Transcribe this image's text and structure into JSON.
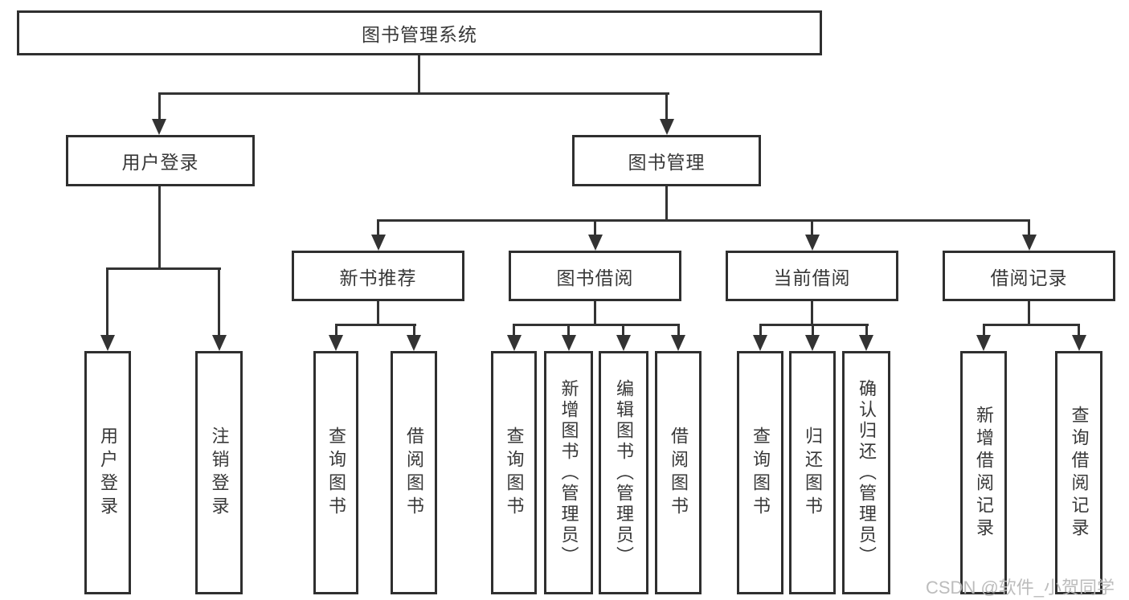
{
  "diagram": {
    "type": "hierarchy",
    "root_label": "图书管理系统",
    "nodes": {
      "root": {
        "label": "图书管理系统"
      },
      "user_login": {
        "label": "用户登录"
      },
      "book_management": {
        "label": "图书管理"
      },
      "new_book_recommend": {
        "label": "新书推荐"
      },
      "book_borrowing": {
        "label": "图书借阅"
      },
      "current_borrowing": {
        "label": "当前借阅"
      },
      "borrowing_records": {
        "label": "借阅记录"
      },
      "leaf_user_login": {
        "label": "用户登录"
      },
      "leaf_logout": {
        "label": "注销登录"
      },
      "nbr_query_books": {
        "label": "查询图书"
      },
      "nbr_borrow_books": {
        "label": "借阅图书"
      },
      "bb_query_books": {
        "label": "查询图书"
      },
      "bb_add_books": {
        "label": "新增图书（管理员）"
      },
      "bb_edit_books": {
        "label": "编辑图书（管理员）"
      },
      "bb_borrow_books": {
        "label": "借阅图书"
      },
      "cb_query_books": {
        "label": "查询图书"
      },
      "cb_return_books": {
        "label": "归还图书"
      },
      "cb_confirm_return": {
        "label": "确认归还（管理员）"
      },
      "br_add_record": {
        "label": "新增借阅记录"
      },
      "br_query_record": {
        "label": "查询借阅记录"
      }
    },
    "edges": [
      {
        "from": "图书管理系统",
        "to": [
          "用户登录",
          "图书管理"
        ]
      },
      {
        "from": "用户登录",
        "to": [
          "用户登录",
          "注销登录"
        ]
      },
      {
        "from": "图书管理",
        "to": [
          "新书推荐",
          "图书借阅",
          "当前借阅",
          "借阅记录"
        ]
      },
      {
        "from": "新书推荐",
        "to": [
          "查询图书",
          "借阅图书"
        ]
      },
      {
        "from": "图书借阅",
        "to": [
          "查询图书",
          "新增图书（管理员）",
          "编辑图书（管理员）",
          "借阅图书"
        ]
      },
      {
        "from": "当前借阅",
        "to": [
          "查询图书",
          "归还图书",
          "确认归还（管理员）"
        ]
      },
      {
        "from": "借阅记录",
        "to": [
          "新增借阅记录",
          "查询借阅记录"
        ]
      }
    ],
    "colors": {
      "line": "#333333",
      "box_border": "#2f2f2f",
      "text": "#383838",
      "background": "#ffffff",
      "watermark": "#b8b8b8"
    }
  },
  "watermark": {
    "text": "CSDN @软件_小贺同学"
  }
}
